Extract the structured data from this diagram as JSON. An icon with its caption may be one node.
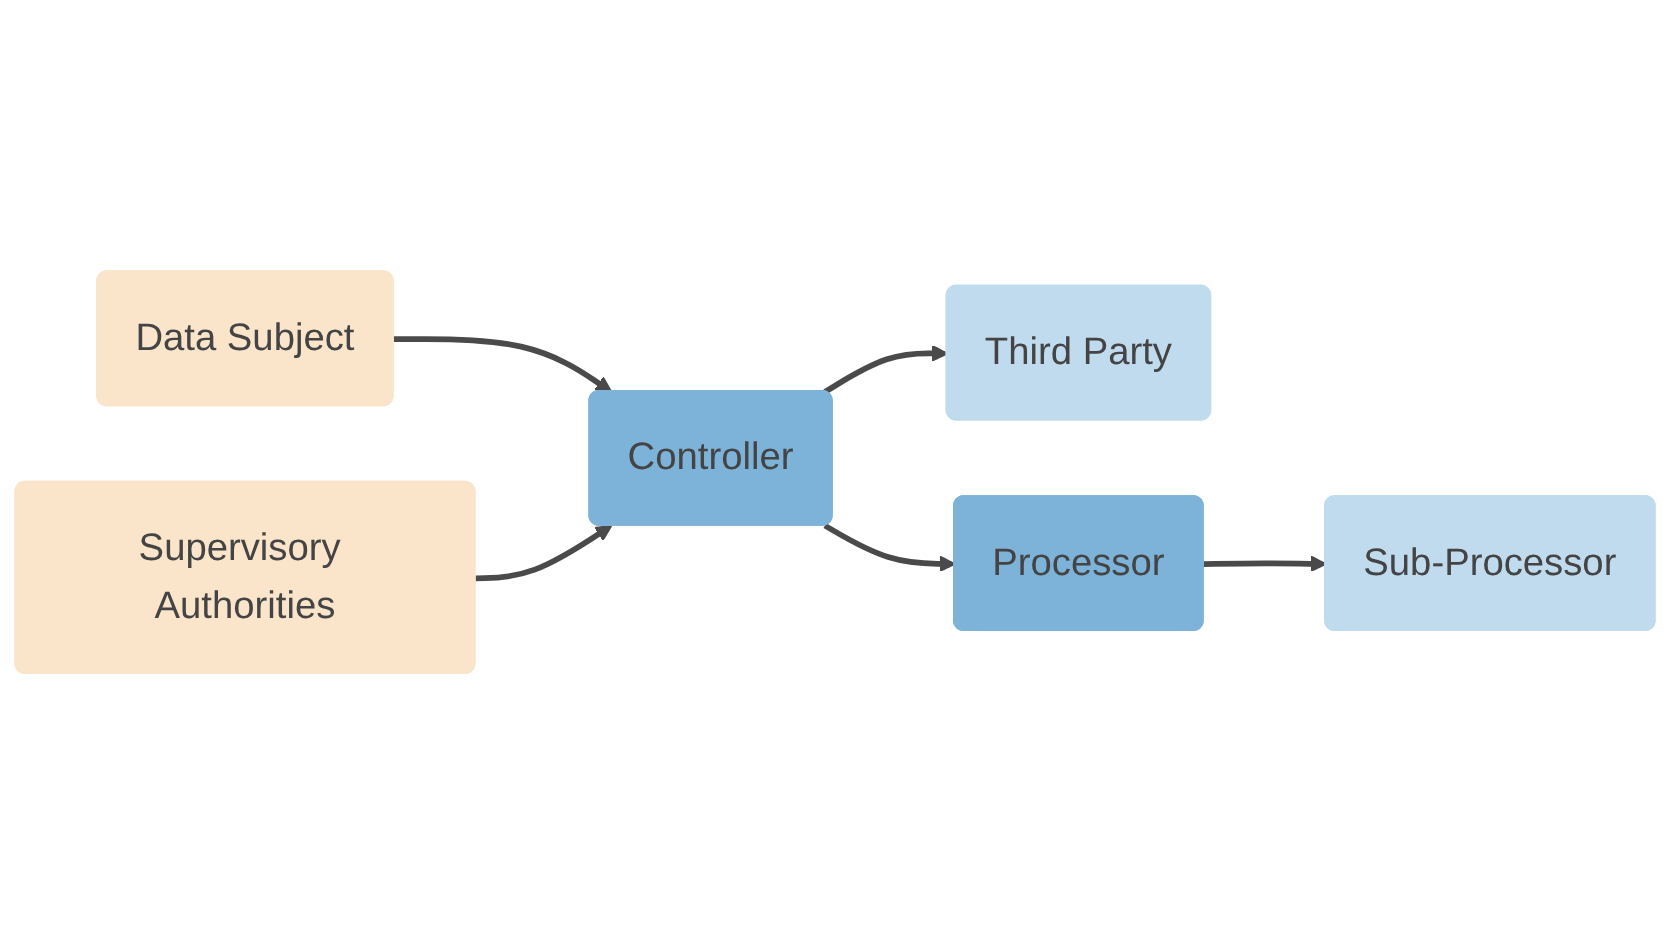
{
  "diagram": {
    "nodes": [
      {
        "text": [
          "Third Party"
        ]
      },
      {
        "text": [
          "Controller"
        ]
      },
      {
        "text": [
          "Processor"
        ]
      },
      {
        "text": [
          "Sub-Processor"
        ]
      },
      {
        "text": [
          "Data Subject"
        ]
      },
      {
        "text": [
          "Supervisory Authorities"
        ]
      }
    ],
    "edges": [
      {
        "from": 1,
        "to": 0,
        "arrow": "to"
      },
      {
        "from": 1,
        "to": 2,
        "arrow": "to"
      },
      {
        "from": 2,
        "to": 3,
        "arrow": "to"
      },
      {
        "from": 4,
        "to": 1,
        "arrow": "to"
      },
      {
        "from": 5,
        "to": 1,
        "arrow": "to"
      }
    ]
  }
}
